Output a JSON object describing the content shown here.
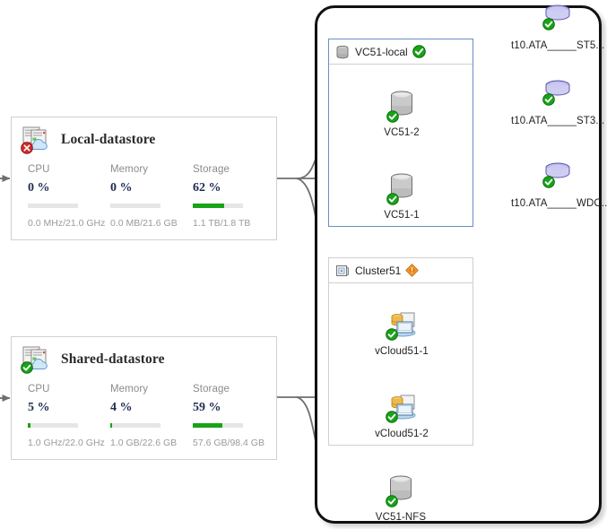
{
  "cards": [
    {
      "name": "Local-datastore",
      "status": "error",
      "status_color": "#d12b2b",
      "icon": "datastore-cloud-icon",
      "metrics": [
        {
          "label": "CPU",
          "value": "0 %",
          "percent": 0,
          "sub": "0.0 MHz/21.0 GHz"
        },
        {
          "label": "Memory",
          "value": "0 %",
          "percent": 0,
          "sub": "0.0 MB/21.6 GB"
        },
        {
          "label": "Storage",
          "value": "62 %",
          "percent": 62,
          "sub": "1.1 TB/1.8 TB"
        }
      ]
    },
    {
      "name": "Shared-datastore",
      "status": "ok",
      "status_color": "#18a318",
      "icon": "datastore-cloud-icon",
      "metrics": [
        {
          "label": "CPU",
          "value": "5 %",
          "percent": 5,
          "sub": "1.0 GHz/22.0 GHz"
        },
        {
          "label": "Memory",
          "value": "4 %",
          "percent": 4,
          "sub": "1.0 GB/22.6 GB"
        },
        {
          "label": "Storage",
          "value": "59 %",
          "percent": 59,
          "sub": "57.6 GB/98.4 GB"
        }
      ]
    }
  ],
  "groups": [
    {
      "title": "VC51-local",
      "icon": "server-stack-icon",
      "badge": "green-check-badge",
      "badge_color": "#18a318",
      "nodes": [
        {
          "label": "VC51-2",
          "icon": "datastore-cylinder-icon",
          "badge": "green-check-badge"
        },
        {
          "label": "VC51-1",
          "icon": "datastore-cylinder-icon",
          "badge": "green-check-badge"
        }
      ]
    },
    {
      "title": "Cluster51",
      "icon": "host-box-icon",
      "badge": "orange-warning-badge",
      "badge_color": "#e8811a",
      "nodes": [
        {
          "label": "vCloud51-1",
          "icon": "vcloud-vm-icon",
          "badge": "green-check-badge"
        },
        {
          "label": "vCloud51-2",
          "icon": "vcloud-vm-icon",
          "badge": "green-check-badge"
        }
      ]
    }
  ],
  "standalone_nodes": [
    {
      "label": "VC51-NFS",
      "icon": "datastore-cylinder-icon",
      "badge": "green-check-badge"
    }
  ],
  "disks": [
    {
      "label": "t10.ATA_____ST5...",
      "icon": "disk-lun-icon",
      "badge": "green-check-badge"
    },
    {
      "label": "t10.ATA_____ST3...",
      "icon": "disk-lun-icon",
      "badge": "green-check-badge"
    },
    {
      "label": "t10.ATA_____WDC...",
      "icon": "disk-lun-icon",
      "badge": "green-check-badge"
    }
  ],
  "colors": {
    "ok": "#18a318",
    "error": "#d12b2b",
    "warning": "#e8811a",
    "bar_track": "#e6e6e6",
    "connector": "#6e6e6e",
    "group_border": "#6b8fc4",
    "panel_border": "#111111"
  }
}
